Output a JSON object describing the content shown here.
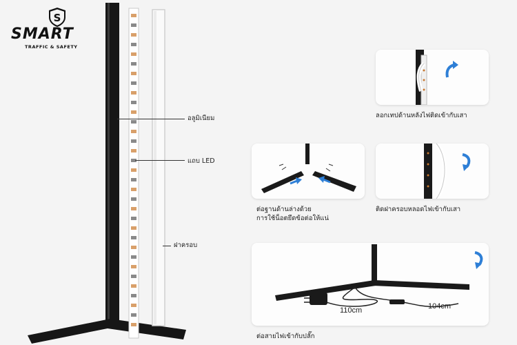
{
  "brand": {
    "logo_letter": "S",
    "name": "SMART",
    "tagline": "TRAFFIC & SAFETY"
  },
  "parts": {
    "aluminum": "อลูมิเนียม",
    "led_strip": "แถบ LED",
    "cover": "ฝาครอบ"
  },
  "steps": [
    {
      "caption": "ลอกเทปด้านหลังไฟติดเข้ากับเสา"
    },
    {
      "caption_line1": "ต่อฐานด้านล่างด้วย",
      "caption_line2": "การใช้น็อตยึดข้อต่อให้แน่"
    },
    {
      "caption": "ติดฝาครอบหลอดไฟเข้ากับเสา"
    },
    {
      "caption": "ต่อสายไฟเข้ากับปลั๊ก"
    }
  ],
  "dimensions": {
    "cable_adapter": "110cm",
    "cable_lamp": "104cm"
  },
  "colors": {
    "frame": "#161616",
    "arrow": "#2e7fd6",
    "panel_bg": "#fdfdfd",
    "page_bg": "#f4f4f4"
  }
}
